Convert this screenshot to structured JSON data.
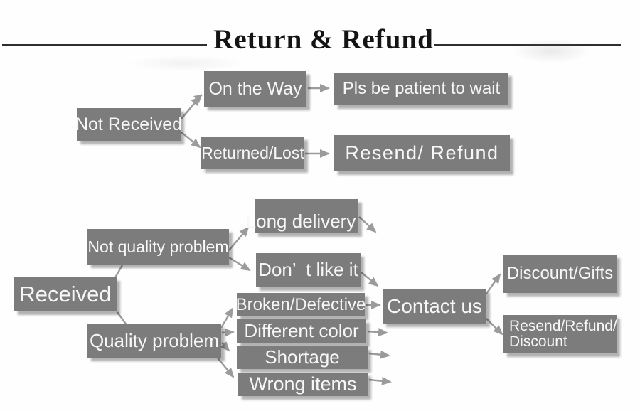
{
  "title": "Return & Refund",
  "theme": {
    "background": "#fefefe",
    "box_fill": "#7c7c7c",
    "box_text": "#f7f7f7",
    "arrow_color": "#9b9b9b",
    "rule_color": "#2e2e2e",
    "title_color": "#141414"
  },
  "flow_not_received": {
    "root": "Not Received",
    "branches": [
      {
        "status": "On the Way",
        "action": "Pls be patient to wait"
      },
      {
        "status": "Returned/Lost",
        "action": "Resend/ Refund"
      }
    ]
  },
  "flow_received": {
    "root": "Received",
    "not_quality": {
      "label": "Not quality problem",
      "reasons": [
        "Long delivery",
        "Don’  t like it"
      ]
    },
    "quality": {
      "label": "Quality problem",
      "reasons": [
        "Broken/Defective",
        "Different color",
        "Shortage",
        "Wrong items"
      ]
    },
    "contact": "Contact us",
    "outcomes": [
      "Discount/Gifts",
      "Resend/Refund/\nDiscount"
    ]
  }
}
